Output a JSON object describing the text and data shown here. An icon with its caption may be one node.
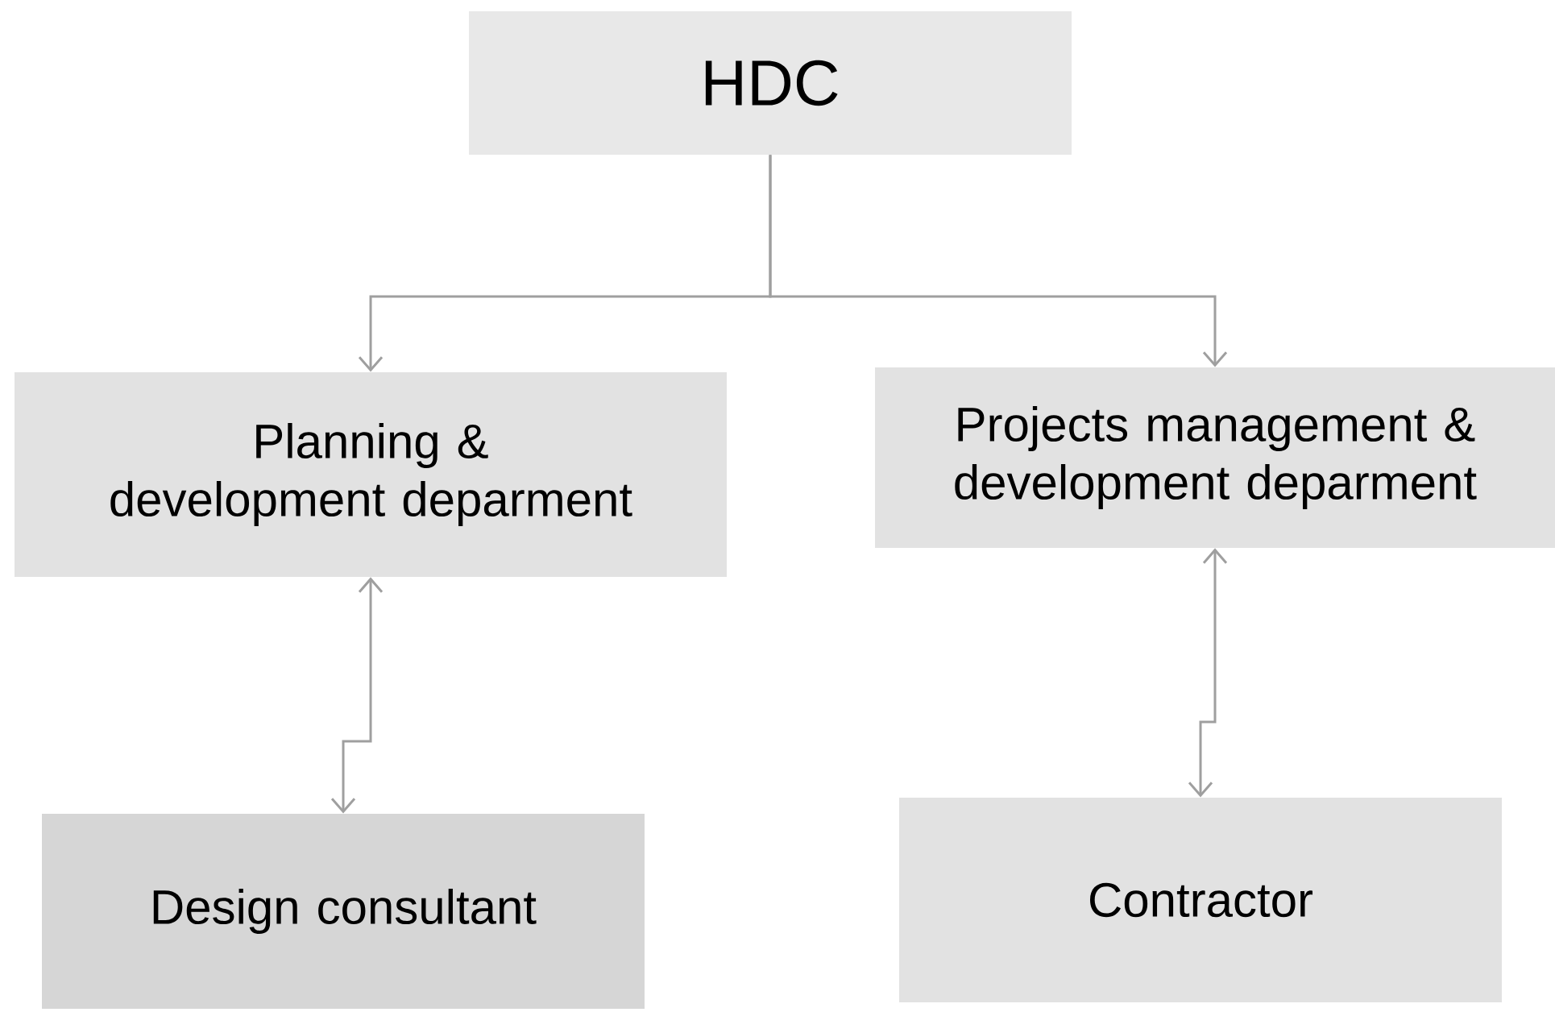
{
  "diagram": {
    "nodes": [
      {
        "text": [
          "HDC"
        ]
      },
      {
        "text": [
          "Planning & development deparment"
        ]
      },
      {
        "text": [
          "Projects management & development deparment"
        ]
      },
      {
        "text": [
          "Design consultant"
        ]
      },
      {
        "text": [
          "Contractor"
        ]
      }
    ],
    "edges": [
      {
        "from": 0,
        "to": 1,
        "arrow": "to"
      },
      {
        "from": 0,
        "to": 2,
        "arrow": "to"
      },
      {
        "from": 1,
        "to": 3,
        "arrow": "both"
      },
      {
        "from": 2,
        "to": 4,
        "arrow": "both"
      }
    ]
  }
}
